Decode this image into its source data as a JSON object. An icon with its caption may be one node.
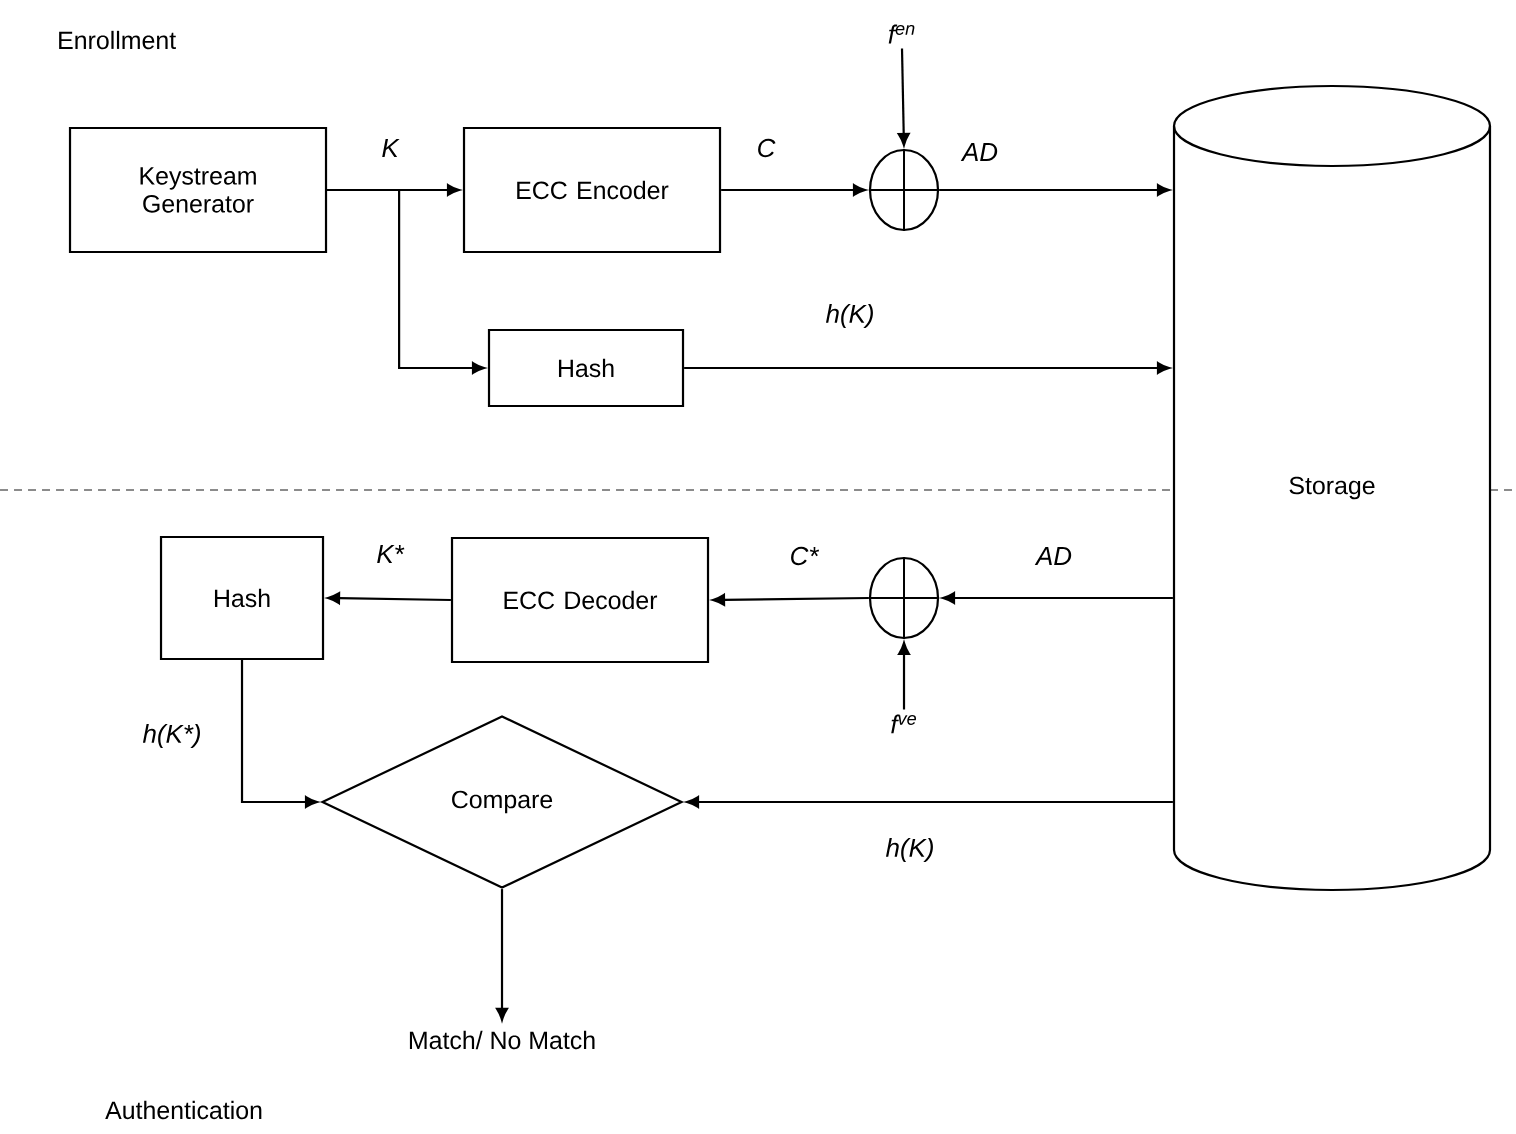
{
  "diagram": {
    "nodes": [
      {
        "text": [
          "Keystream Generator"
        ]
      },
      {
        "text": [
          "ECC Encoder"
        ]
      },
      {
        "text": [
          "Hash"
        ]
      },
      {
        "text": [],
        "shape": "circle"
      },
      {
        "text": [
          "Storage"
        ]
      },
      {
        "text": [
          "Hash"
        ]
      },
      {
        "text": [
          "ECC Decoder"
        ]
      },
      {
        "text": [],
        "shape": "circle"
      },
      {
        "text": [
          "Compare"
        ]
      },
      {
        "text": [
          "Match/ No Match"
        ]
      },
      {
        "text": [
          "f$^{en}$"
        ]
      },
      {
        "text": [
          "f$^{ve}$"
        ]
      }
    ],
    "edges": [
      {
        "from": 0,
        "to": 1,
        "arrow": "to",
        "label": "K"
      },
      {
        "from": 0,
        "to": 2,
        "arrow": "to"
      },
      {
        "from": 1,
        "to": 3,
        "arrow": "to",
        "label": "C"
      },
      {
        "from": 3,
        "to": 4,
        "arrow": "to",
        "label": "AD"
      },
      {
        "from": 2,
        "to": 4,
        "arrow": "to",
        "label": "h(K)"
      },
      {
        "from": 10,
        "to": 3,
        "arrow": "to"
      },
      {
        "from": 4,
        "to": 7,
        "arrow": "to",
        "label": "AD"
      },
      {
        "from": 7,
        "to": 6,
        "arrow": "to",
        "label": "C*"
      },
      {
        "from": 6,
        "to": 5,
        "arrow": "to",
        "label": "K*"
      },
      {
        "from": 11,
        "to": 7,
        "arrow": "to"
      },
      {
        "from": 5,
        "to": 8,
        "arrow": "to",
        "label": "h(K*)"
      },
      {
        "from": 4,
        "to": 8,
        "arrow": "to",
        "label": "h(K)"
      },
      {
        "from": 8,
        "to": 9,
        "arrow": "to"
      }
    ],
    "labels": [
      "Enrollment",
      "Authentication"
    ]
  }
}
